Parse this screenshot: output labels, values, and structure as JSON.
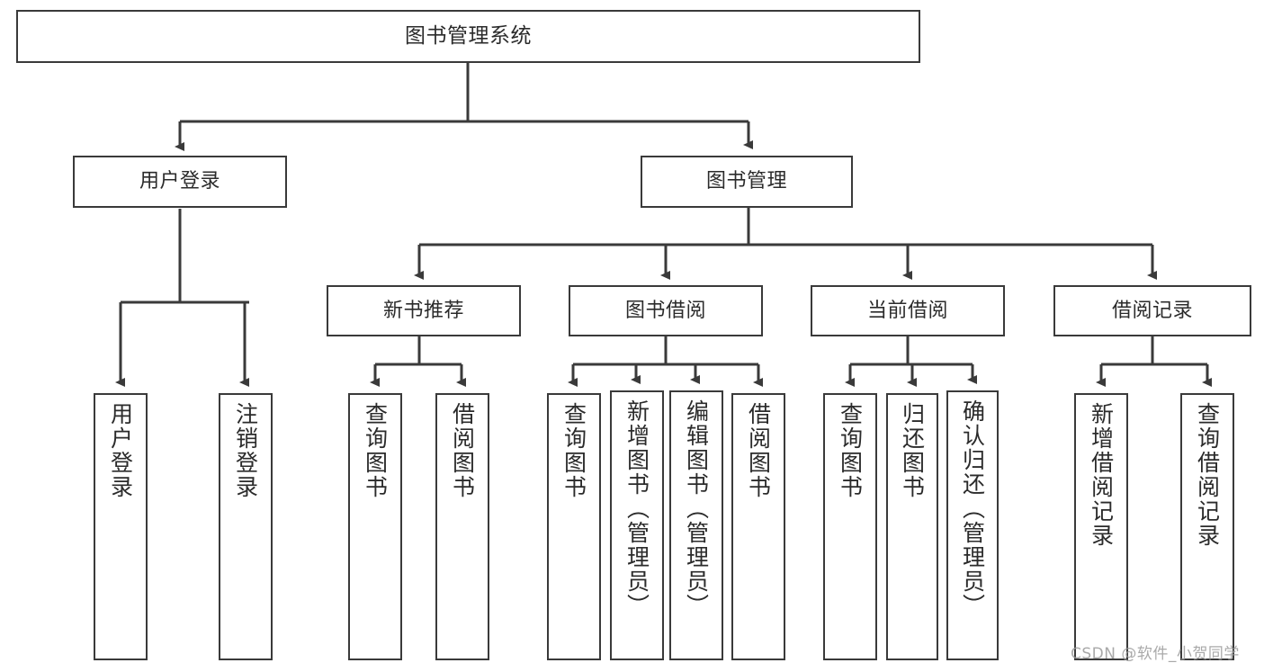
{
  "diagram": {
    "title": "图书管理系统",
    "type": "hierarchy-tree",
    "watermark": "CSDN @软件_小贺同学",
    "colors": {
      "box_border": "#3a3a3a",
      "box_fill": "#ffffff",
      "line": "#3a3a3a",
      "text": "#2b2b2b",
      "watermark": "#9b9b9b"
    },
    "nodes": {
      "root": {
        "label": "图书管理系统"
      },
      "level1": [
        {
          "id": "user_login",
          "label": "用户登录"
        },
        {
          "id": "book_manage",
          "label": "图书管理"
        }
      ],
      "level2": [
        {
          "id": "new_book_rec",
          "label": "新书推荐"
        },
        {
          "id": "book_borrow",
          "label": "图书借阅"
        },
        {
          "id": "current_borrow",
          "label": "当前借阅"
        },
        {
          "id": "borrow_record",
          "label": "借阅记录"
        }
      ],
      "leaves": {
        "user_login": [
          {
            "id": "leaf_user_login",
            "label": "用户登录"
          },
          {
            "id": "leaf_user_logout",
            "label": "注销登录"
          }
        ],
        "new_book_rec": [
          {
            "id": "leaf_query_book_1",
            "label": "查询图书"
          },
          {
            "id": "leaf_borrow_book_1",
            "label": "借阅图书"
          }
        ],
        "book_borrow": [
          {
            "id": "leaf_query_book_2",
            "label": "查询图书"
          },
          {
            "id": "leaf_add_book",
            "label": "新增图书（管理员）"
          },
          {
            "id": "leaf_edit_book",
            "label": "编辑图书（管理员）"
          },
          {
            "id": "leaf_borrow_book_2",
            "label": "借阅图书"
          }
        ],
        "current_borrow": [
          {
            "id": "leaf_query_book_3",
            "label": "查询图书"
          },
          {
            "id": "leaf_return_book",
            "label": "归还图书"
          },
          {
            "id": "leaf_confirm_return",
            "label": "确认归还（管理员）"
          }
        ],
        "borrow_record": [
          {
            "id": "leaf_add_record",
            "label": "新增借阅记录"
          },
          {
            "id": "leaf_query_record",
            "label": "查询借阅记录"
          }
        ]
      }
    }
  }
}
